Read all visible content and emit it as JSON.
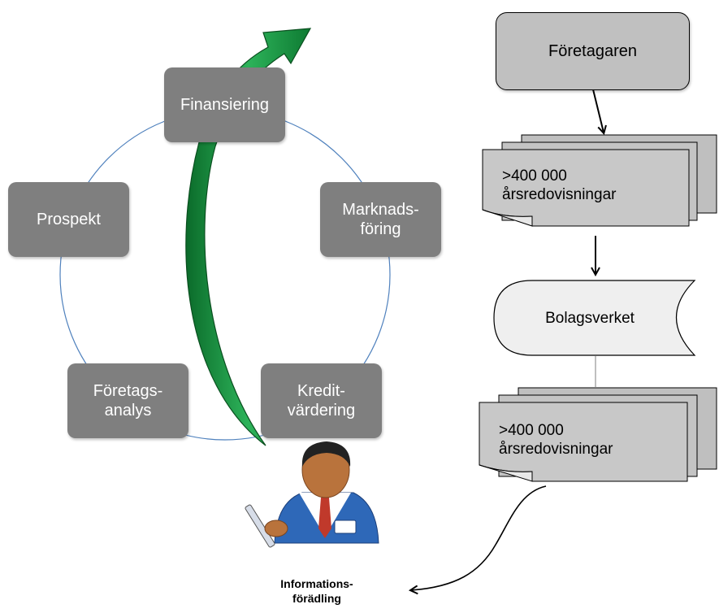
{
  "cycle": {
    "nodes": {
      "financing": "Finansiering",
      "marketing_1": "Marknads-",
      "marketing_2": "föring",
      "credit_1": "Kredit-",
      "credit_2": "värdering",
      "analysis_1": "Företags-",
      "analysis_2": "analys",
      "prospect": "Prospekt"
    },
    "node_color": "#7f7f7f",
    "ring_color": "#4f81bd",
    "arrow_color": "#1f9a4a"
  },
  "flow": {
    "owner": "Företagaren",
    "docs_top_1": ">400 000",
    "docs_top_2": "årsredovisningar",
    "registry": "Bolagsverket",
    "docs_bottom_1": ">400 000",
    "docs_bottom_2": "årsredovisningar",
    "box_color": "#c0c0c0",
    "registry_color": "#efefef"
  },
  "caption": {
    "line1": "Informations-",
    "line2": "förädling"
  }
}
